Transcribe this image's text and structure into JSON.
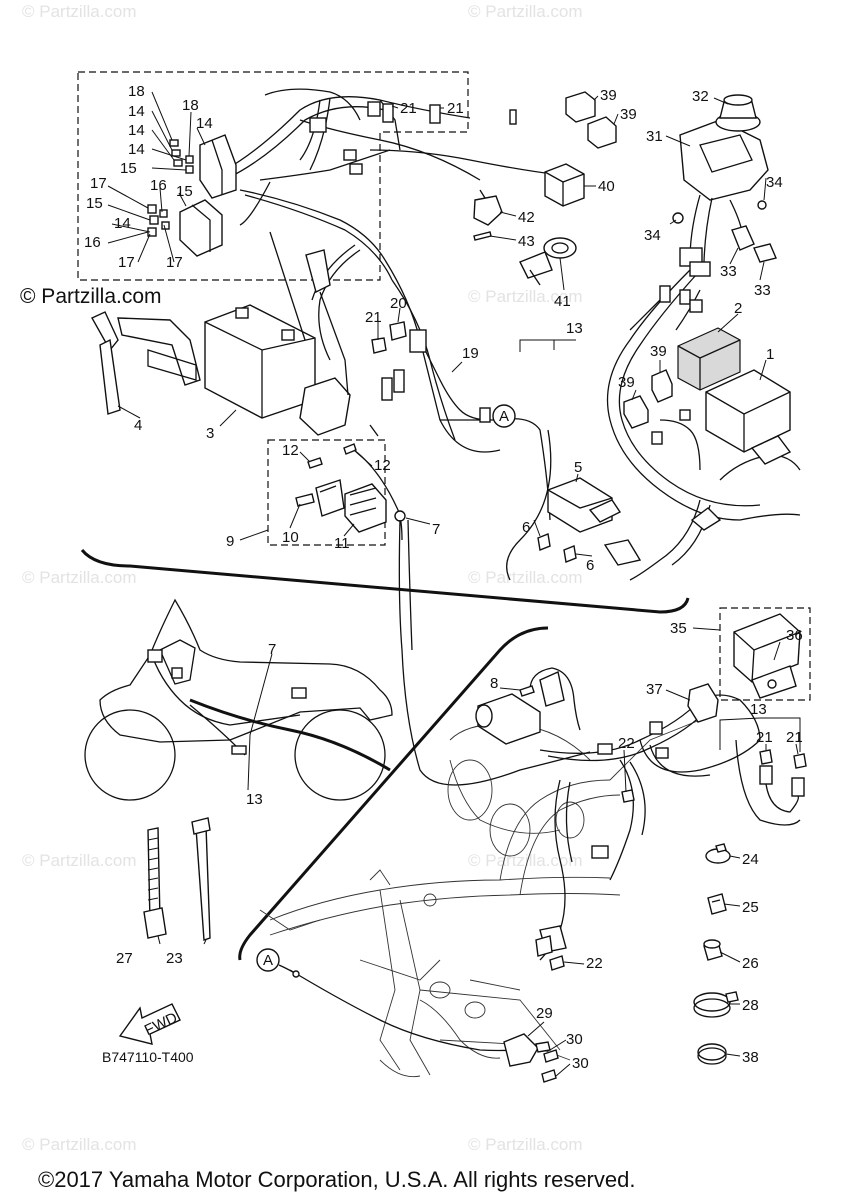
{
  "watermark": "© Partzilla.com",
  "brand_label": "© Partzilla.com",
  "reference_code": "B747110-T400",
  "copyright": "©2017 Yamaha Motor Corporation, U.S.A. All rights reserved.",
  "fwd_label": "FWD",
  "detail_marker": "A",
  "callouts": {
    "c1": "1",
    "c2": "2",
    "c3": "3",
    "c4": "4",
    "c5": "5",
    "c6a": "6",
    "c6b": "6",
    "c7a": "7",
    "c7b": "7",
    "c8": "8",
    "c9": "9",
    "c10": "10",
    "c11": "11",
    "c12a": "12",
    "c12b": "12",
    "c13a": "13",
    "c13b": "13",
    "c13c": "13",
    "c14a": "14",
    "c14b": "14",
    "c14c": "14",
    "c14d": "14",
    "c14e": "14",
    "c15a": "15",
    "c15b": "15",
    "c15c": "15",
    "c16a": "16",
    "c16b": "16",
    "c17a": "17",
    "c17b": "17",
    "c17c": "17",
    "c18a": "18",
    "c18b": "18",
    "c19": "19",
    "c20": "20",
    "c21a": "21",
    "c21b": "21",
    "c21c": "21",
    "c21d": "21",
    "c21e": "21",
    "c22a": "22",
    "c22b": "22",
    "c23": "23",
    "c24": "24",
    "c25": "25",
    "c26": "26",
    "c27": "27",
    "c28": "28",
    "c29": "29",
    "c30a": "30",
    "c30b": "30",
    "c31": "31",
    "c32": "32",
    "c33a": "33",
    "c33b": "33",
    "c34a": "34",
    "c34b": "34",
    "c35": "35",
    "c36": "36",
    "c37": "37",
    "c38": "38",
    "c39a": "39",
    "c39b": "39",
    "c39c": "39",
    "c39d": "39",
    "c40": "40",
    "c41": "41",
    "c42": "42",
    "c43": "43"
  }
}
